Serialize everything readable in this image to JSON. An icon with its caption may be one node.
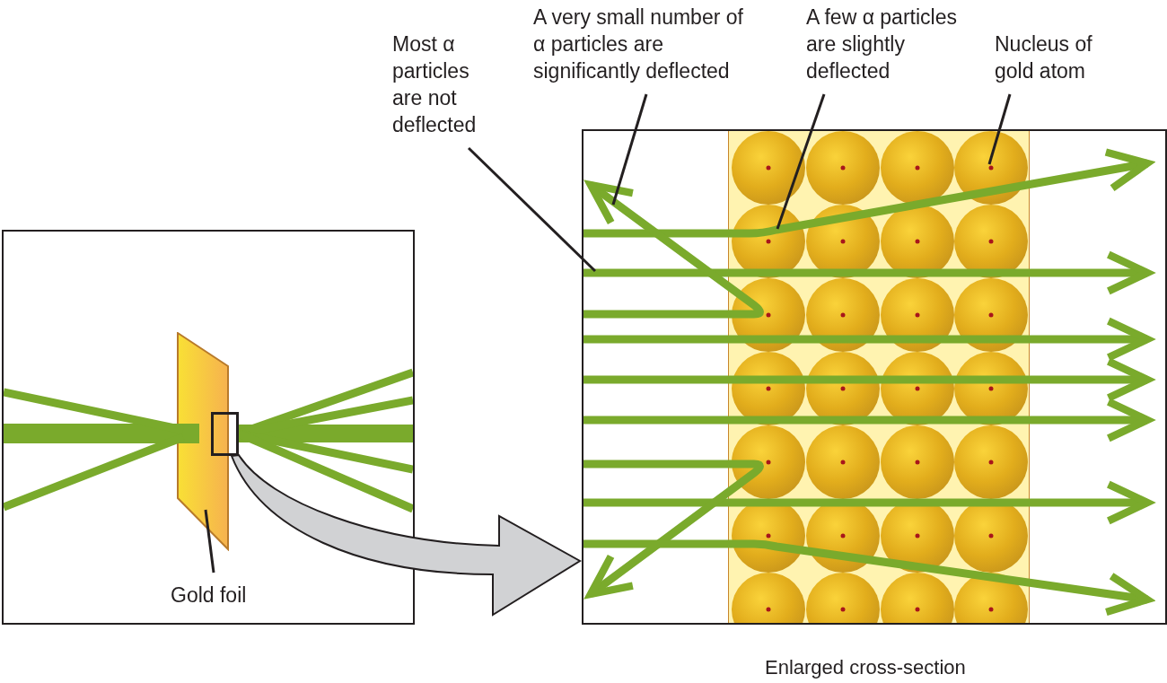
{
  "diagram": {
    "nodes": [
      {
        "text": [],
        "shape": "box"
      },
      {
        "text": [],
        "shape": "picture",
        "in": 0
      },
      {
        "text": [],
        "shape": "box",
        "in": 0
      },
      {
        "text": [
          "Gold foil"
        ],
        "in": 0
      },
      {
        "text": [],
        "shape": "box",
        "beside": [
          "Enlarged cross-section"
        ]
      },
      {
        "text": [
          "Most α particles are not deflected"
        ]
      },
      {
        "text": [
          "A very small number of α particles are significantly deflected"
        ]
      },
      {
        "text": [
          "A few α particles are slightly deflected"
        ]
      },
      {
        "text": [
          "Nucleus of gold atom"
        ]
      }
    ],
    "edges": [
      {
        "from": 3,
        "to": 1,
        "arrow": "none"
      },
      {
        "from": 2,
        "to": 4,
        "arrow": "to",
        "style": "thick",
        "color": "#d1d2d4"
      },
      {
        "from": 5,
        "to": 4,
        "arrow": "none"
      },
      {
        "from": 6,
        "to": 4,
        "arrow": "none"
      },
      {
        "from": 7,
        "to": 4,
        "arrow": "none"
      },
      {
        "from": 8,
        "to": 4,
        "arrow": "none"
      }
    ]
  }
}
